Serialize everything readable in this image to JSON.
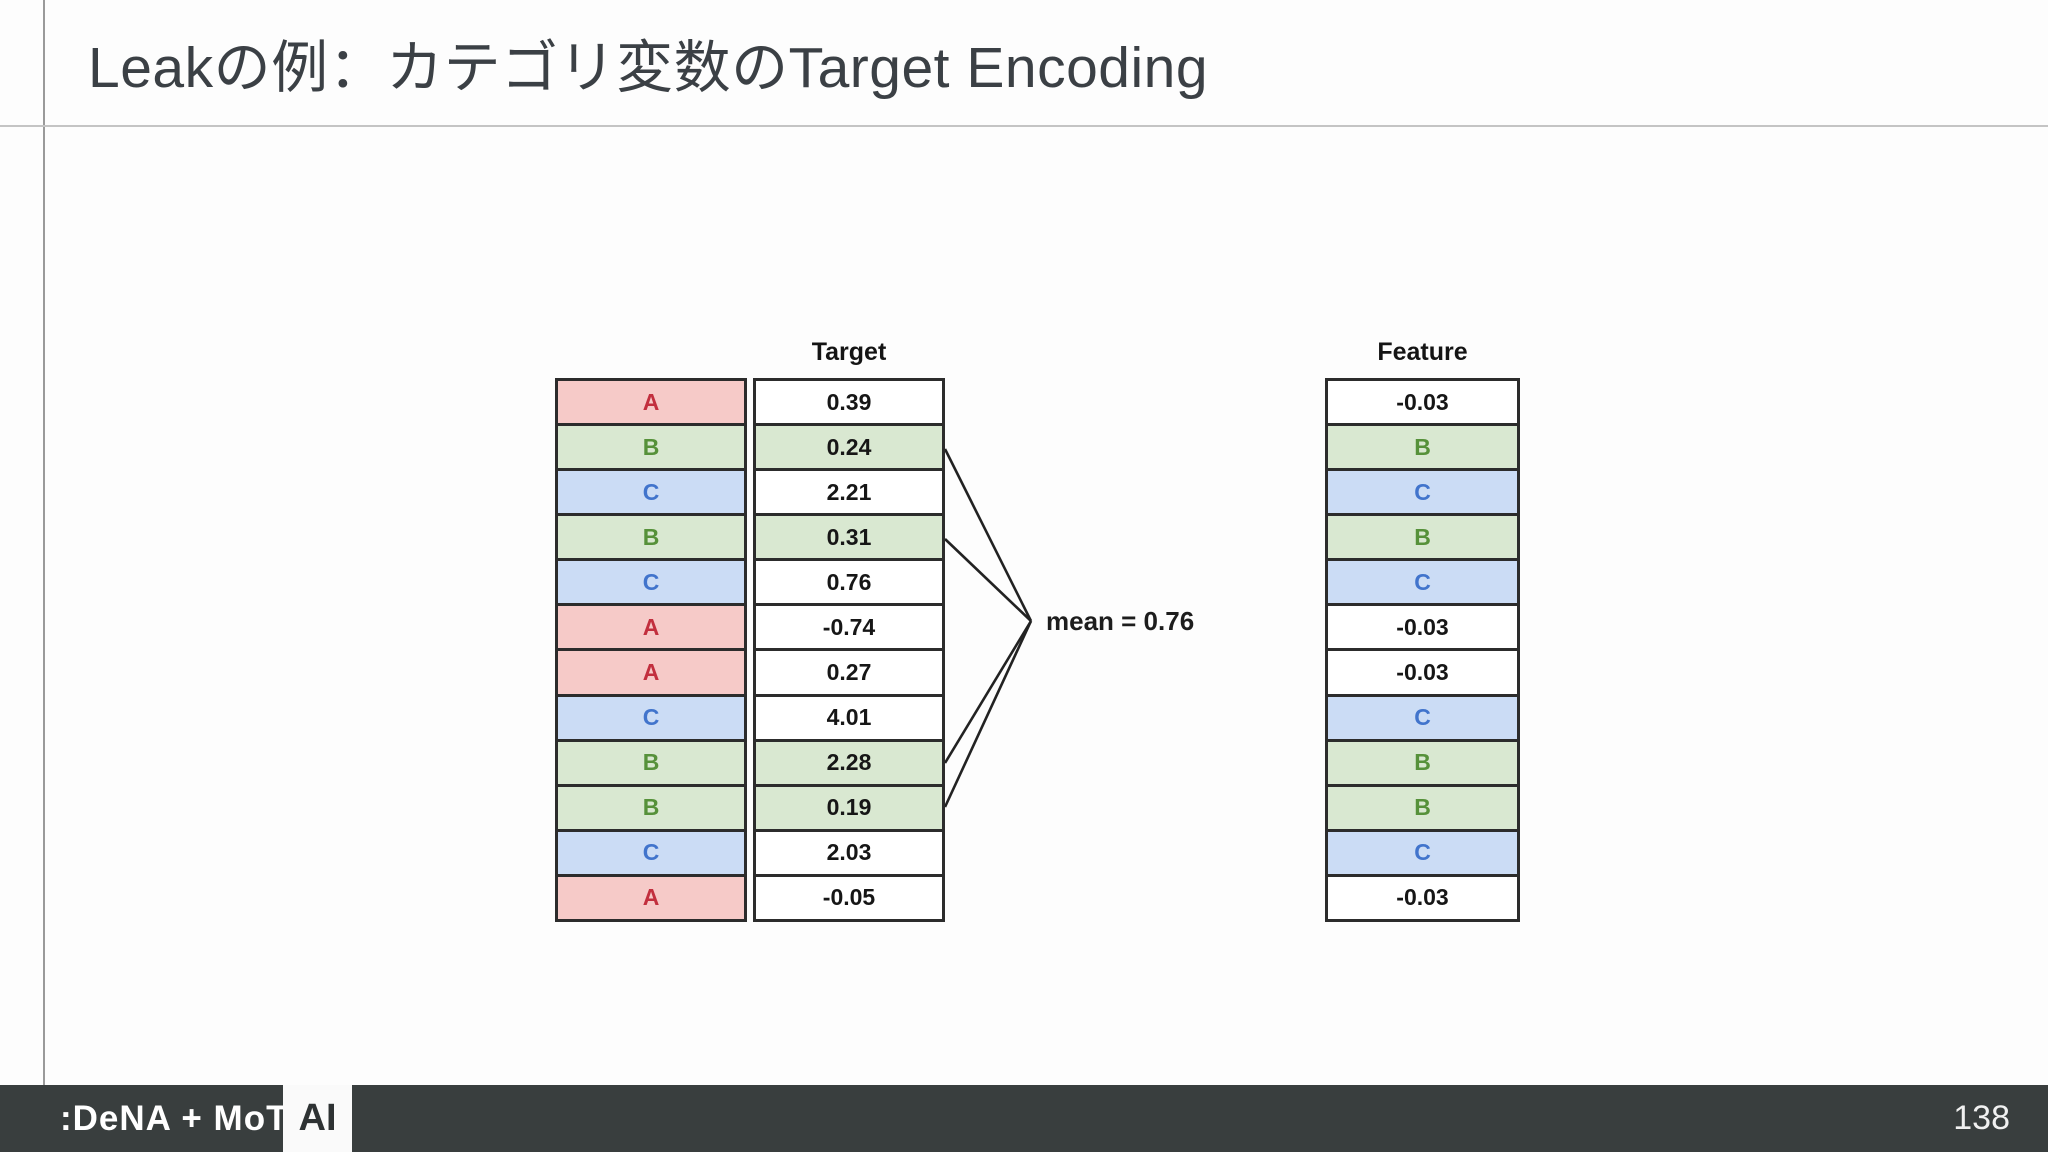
{
  "slide": {
    "title": "Leakの例：カテゴリ変数のTarget Encoding",
    "page_number": "138"
  },
  "diagram": {
    "left_table": {
      "header": "Target",
      "rows": [
        {
          "category": "A",
          "target": "0.39"
        },
        {
          "category": "B",
          "target": "0.24"
        },
        {
          "category": "C",
          "target": "2.21"
        },
        {
          "category": "B",
          "target": "0.31"
        },
        {
          "category": "C",
          "target": "0.76"
        },
        {
          "category": "A",
          "target": "-0.74"
        },
        {
          "category": "A",
          "target": "0.27"
        },
        {
          "category": "C",
          "target": "4.01"
        },
        {
          "category": "B",
          "target": "2.28"
        },
        {
          "category": "B",
          "target": "0.19"
        },
        {
          "category": "C",
          "target": "2.03"
        },
        {
          "category": "A",
          "target": "-0.05"
        }
      ]
    },
    "right_table": {
      "header": "Feature",
      "cells": [
        "-0.03",
        "B",
        "C",
        "B",
        "C",
        "-0.03",
        "-0.03",
        "C",
        "B",
        "B",
        "C",
        "-0.03"
      ]
    },
    "mean_label": "mean = 0.76"
  },
  "footer": {
    "logo_text": ":DeNA + MoT",
    "ai_badge": "AI"
  },
  "colors": {
    "category_a_bg": "#f6cac8",
    "category_b_bg": "#d9e8d1",
    "category_c_bg": "#cbdcf5",
    "letter_a": "#c22f3e",
    "letter_b": "#56913a",
    "letter_c": "#4174cc",
    "footer_bar": "#393e3e"
  }
}
